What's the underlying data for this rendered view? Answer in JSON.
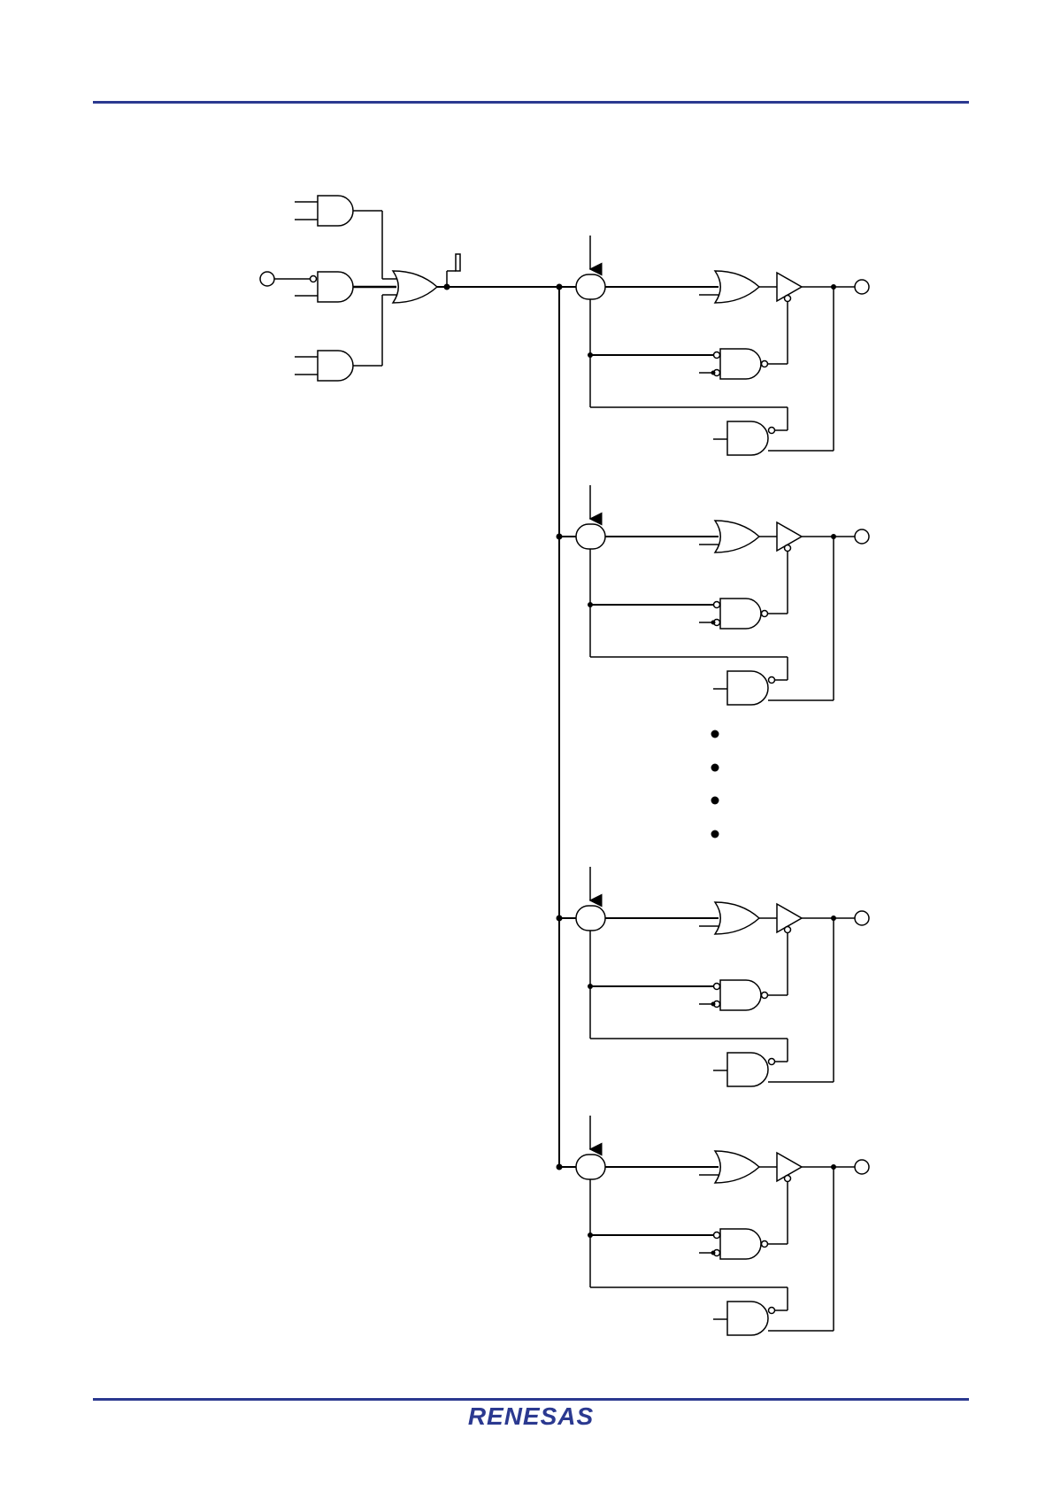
{
  "page": {
    "rule_color": "#2b3990",
    "logo": {
      "text": "RENESAS",
      "color": "#2b3990",
      "icon": "renesas-logo"
    }
  },
  "diagram": {
    "type": "logic circuit schematic",
    "line_color": "#000000",
    "input_gates": [
      "and-gate",
      "and-gate-inverted-input",
      "and-gate"
    ],
    "combiner": "or-gate",
    "output_blocks_shown": 4,
    "block_components": [
      "selector-circle",
      "or-gate",
      "tristate-buffer",
      "nand-gate",
      "nand-gate-short",
      "output-pin"
    ],
    "continuation": "vertical-ellipsis"
  }
}
